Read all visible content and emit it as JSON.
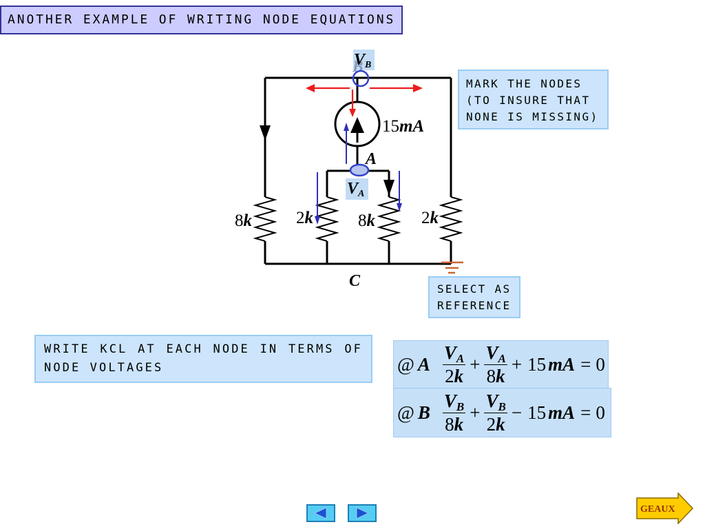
{
  "title": "ANOTHER EXAMPLE OF WRITING NODE EQUATIONS",
  "circuit": {
    "node_b": {
      "v": "V",
      "sub": "B",
      "letter": "B"
    },
    "node_a": {
      "letter": "A",
      "v": "V",
      "sub": "A"
    },
    "node_c": "C",
    "source": {
      "value": "15",
      "unit": "mA"
    },
    "resistors": [
      {
        "value": "8",
        "unit": "k"
      },
      {
        "value": "2",
        "unit": "k"
      },
      {
        "value": "8",
        "unit": "k"
      },
      {
        "value": "2",
        "unit": "k"
      }
    ]
  },
  "notes": {
    "mark_nodes": [
      "MARK THE NODES",
      "(TO INSURE THAT",
      "NONE IS MISSING)"
    ],
    "reference": [
      "SELECT AS",
      "REFERENCE"
    ],
    "kcl": [
      "WRITE KCL AT EACH NODE IN TERMS OF",
      "NODE VOLTAGES"
    ]
  },
  "equations": [
    {
      "at": "@",
      "node": "A",
      "terms": [
        {
          "v": "V",
          "sub": "A",
          "den": "2",
          "den_unit": "k"
        },
        {
          "op": "+",
          "v": "V",
          "sub": "A",
          "den": "8",
          "den_unit": "k"
        }
      ],
      "tail": {
        "op": "+",
        "num": "15",
        "unit": "mA",
        "eq": "=",
        "rhs": "0"
      }
    },
    {
      "at": "@",
      "node": "B",
      "terms": [
        {
          "v": "V",
          "sub": "B",
          "den": "8",
          "den_unit": "k"
        },
        {
          "op": "+",
          "v": "V",
          "sub": "B",
          "den": "2",
          "den_unit": "k"
        }
      ],
      "tail": {
        "op": "−",
        "num": "15",
        "unit": "mA",
        "eq": "=",
        "rhs": "0"
      }
    }
  ],
  "nav": {
    "prev_icon": "triangle-left-icon",
    "next_icon": "triangle-right-icon",
    "geaux_icon": "arrow-right-shape-icon",
    "geaux_label": "GEAUX"
  },
  "colors": {
    "title_bg": "#ccccff",
    "title_border": "#333399",
    "note_bg": "#cce5fc",
    "note_border": "#99ccf2",
    "equation_bg": "#c6e0f8",
    "equation_border": "#9fcaf0",
    "label_box": "#c2dcf5",
    "wire": "#000000",
    "red_arrow": "#ee1c1c",
    "blue_arrow": "#3030b8",
    "node_marker": "#3344cc",
    "node_marker_fill": "#b6c4ee",
    "ground": "#cc6633",
    "nav_button": "#55cdf3",
    "nav_border": "#1d7fb5",
    "nav_triangle": "#1a52d0",
    "geaux_fill": "#ffcc00",
    "geaux_text": "#993300"
  }
}
